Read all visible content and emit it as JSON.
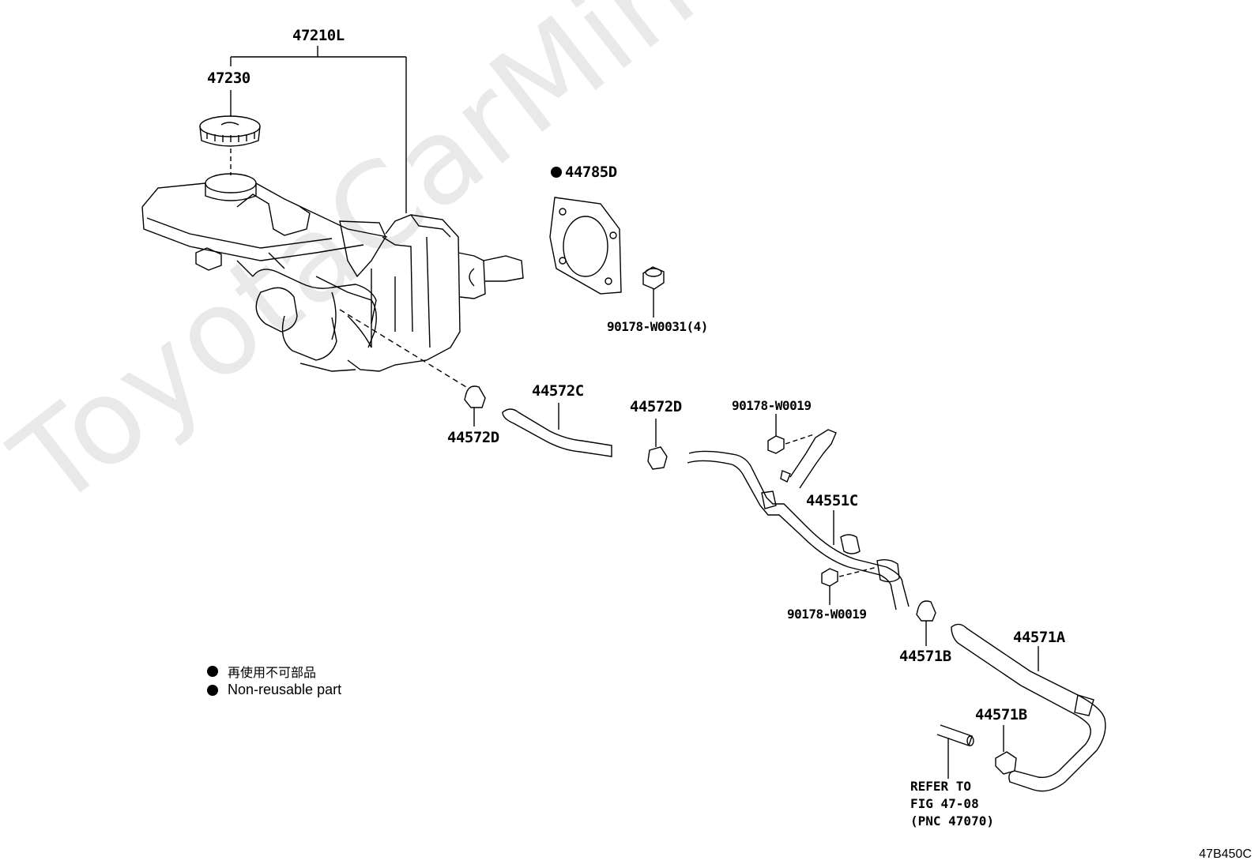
{
  "watermark": "ToyotaCarMine.ru",
  "figure_id": "47B450C",
  "parts": {
    "master_cylinder_assy": "47210L",
    "reservoir_cap": "47230",
    "gasket": "44785D",
    "nut_gasket": "90178-W0031(4)",
    "clip_left": "44572D",
    "hose_c": "44572C",
    "clip_mid": "44572D",
    "nut_top": "90178-W0019",
    "pipe": "44551C",
    "nut_bottom": "90178-W0019",
    "clip_b1": "44571B",
    "hose_a": "44571A",
    "clip_b2": "44571B"
  },
  "refer_note": {
    "line1": "REFER TO",
    "line2": "FIG 47-08",
    "line3": "(PNC 47070)"
  },
  "legend": {
    "jp": "再使用不可部品",
    "en": "Non-reusable part"
  }
}
